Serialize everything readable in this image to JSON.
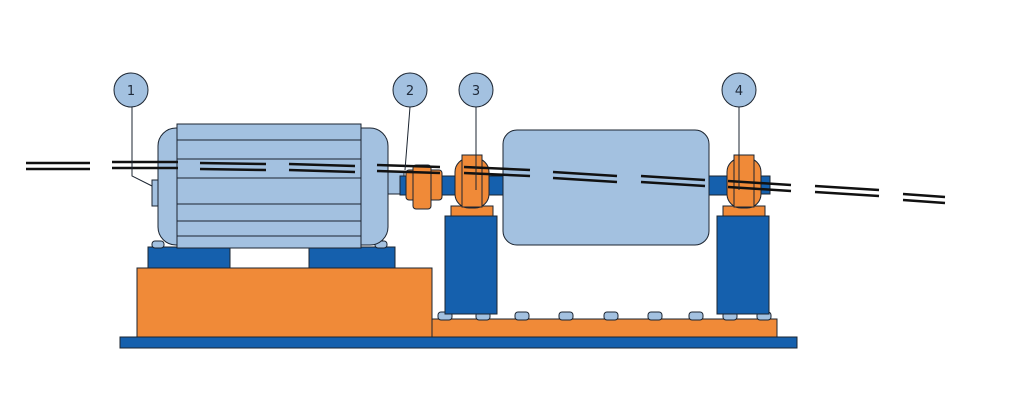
{
  "colors": {
    "light_blue": "#a3c1e0",
    "dark_blue": "#1560ad",
    "orange": "#f08a38",
    "outline": "#1b2430",
    "background": "#ffffff"
  },
  "callouts": [
    {
      "label": "1"
    },
    {
      "label": "2"
    },
    {
      "label": "3"
    },
    {
      "label": "4"
    }
  ]
}
